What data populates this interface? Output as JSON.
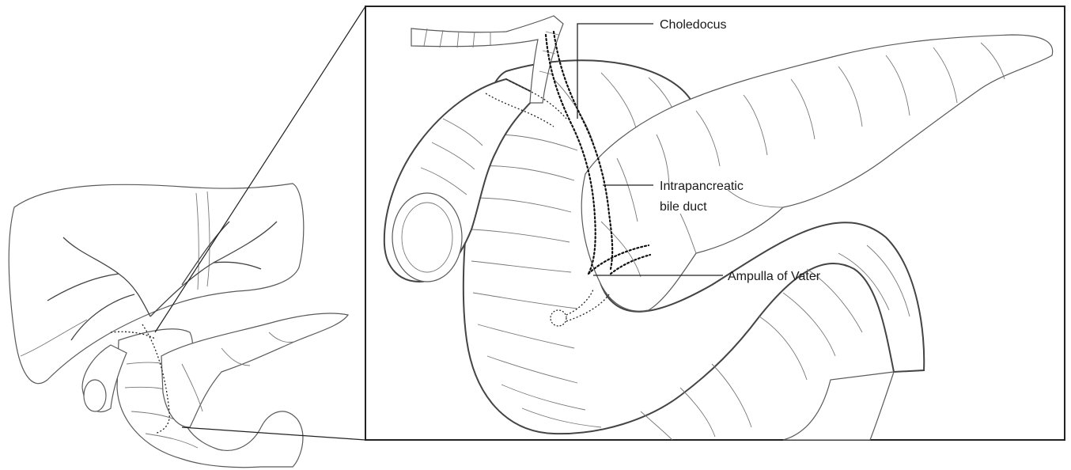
{
  "labels": {
    "choledocus": "Choledocus",
    "intrapancreatic_line1": "Intrapancreatic",
    "intrapancreatic_line2": "bile duct",
    "ampulla": "Ampulla of Vater"
  },
  "colors": {
    "background": "#ffffff",
    "outline": "#5a5a5a",
    "frame": "#222222",
    "label_text": "#1a1a1a"
  }
}
